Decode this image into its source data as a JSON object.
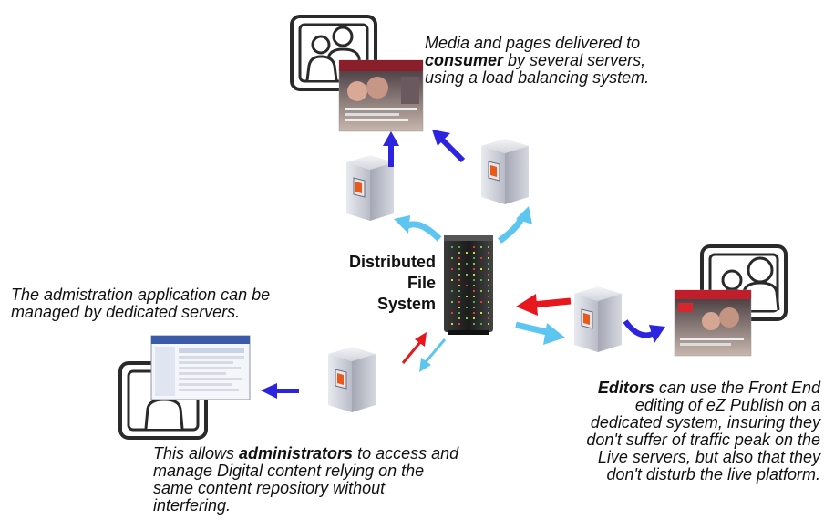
{
  "center": {
    "line1": "Distributed",
    "line2": "File",
    "line3": "System"
  },
  "top_caption": {
    "line1": "Media and pages delivered to",
    "line2_bold": "consumer",
    "line2_rest": " by several servers,",
    "line3": "using a load balancing system."
  },
  "admin_caption": {
    "line1": "The admistration application can be",
    "line2": "managed by dedicated servers."
  },
  "bottom_caption": {
    "line1_pre": "This allows ",
    "line1_bold": "administrators",
    "line1_post": " to access and",
    "line2": "manage Digital content relying on the",
    "line3": "same content repository without",
    "line4": "interfering."
  },
  "editors_caption": {
    "line1_bold": "Editors",
    "line1_rest": " can use the Front End",
    "line2": "editing of eZ Publish on a",
    "line3": "dedicated system, insuring they",
    "line4": "don't suffer of traffic peak on the",
    "line5": "Live servers, but also that they",
    "line6": "don't disturb the live platform."
  },
  "colors": {
    "blue_arrow": "#2d24e0",
    "light_blue_arrow": "#5cc6f0",
    "red_arrow": "#e8161d",
    "server_body": "#c9cbd6",
    "rack_body": "#2a2a2a"
  }
}
